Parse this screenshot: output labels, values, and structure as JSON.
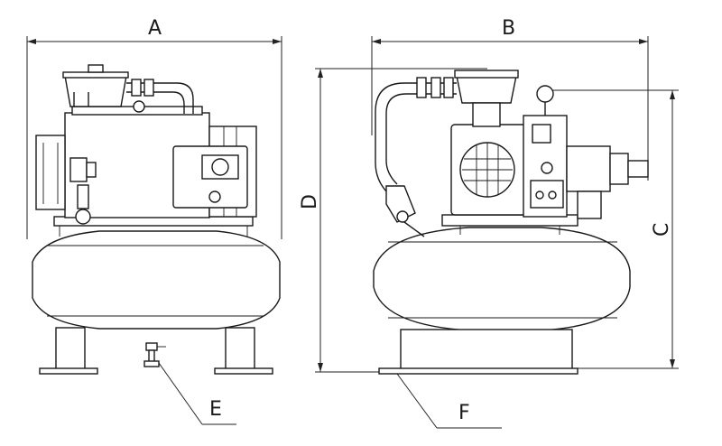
{
  "diagram": {
    "labels": {
      "a": "A",
      "b": "B",
      "c": "C",
      "d": "D",
      "e": "E",
      "f": "F"
    }
  }
}
